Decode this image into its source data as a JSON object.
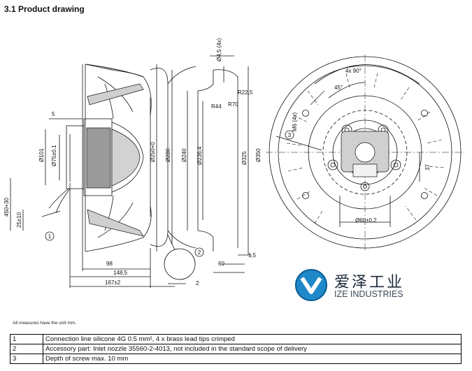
{
  "title": "3.1 Product drawing",
  "units_note": "All measures have the unit mm.",
  "logo": {
    "chinese": "爱泽工业",
    "english": "IZE INDUSTRIES",
    "color": "#1e88c8"
  },
  "dimensions": {
    "d5": "5",
    "d101": "Ø101",
    "d75": "Ø75±0.1",
    "d450": "450+30",
    "d25": "25±10",
    "d250": "Ø250+0",
    "d280": "Ø280",
    "d240": "Ø240",
    "d236": "Ø236,4",
    "d325": "Ø325",
    "d350": "Ø350",
    "d4_5": "Ø4,5 (4x)",
    "r22": "R22,5",
    "r70": "R70",
    "r44": "R44",
    "d98": "98",
    "d148": "148,5",
    "d167": "167±2",
    "d60": "60",
    "d1_5": "1,5",
    "d2": "2",
    "angle4x90": "4x 90°",
    "angle45": "45°",
    "m6": "M6 (4x)",
    "d37": "37",
    "d60c": "Ø60±0.2"
  },
  "callouts": {
    "c1": "1",
    "c2": "2",
    "c3": "3"
  },
  "notes": [
    {
      "num": "1",
      "text": "Connection line silicone 4G 0.5 mm², 4 x brass lead tips crimped"
    },
    {
      "num": "2",
      "text": "Accessory part: Inlet nozzle 35560-2-4013, not included in the standard scope of delivery"
    },
    {
      "num": "3",
      "text": "Depth of screw max. 10 mm"
    }
  ]
}
